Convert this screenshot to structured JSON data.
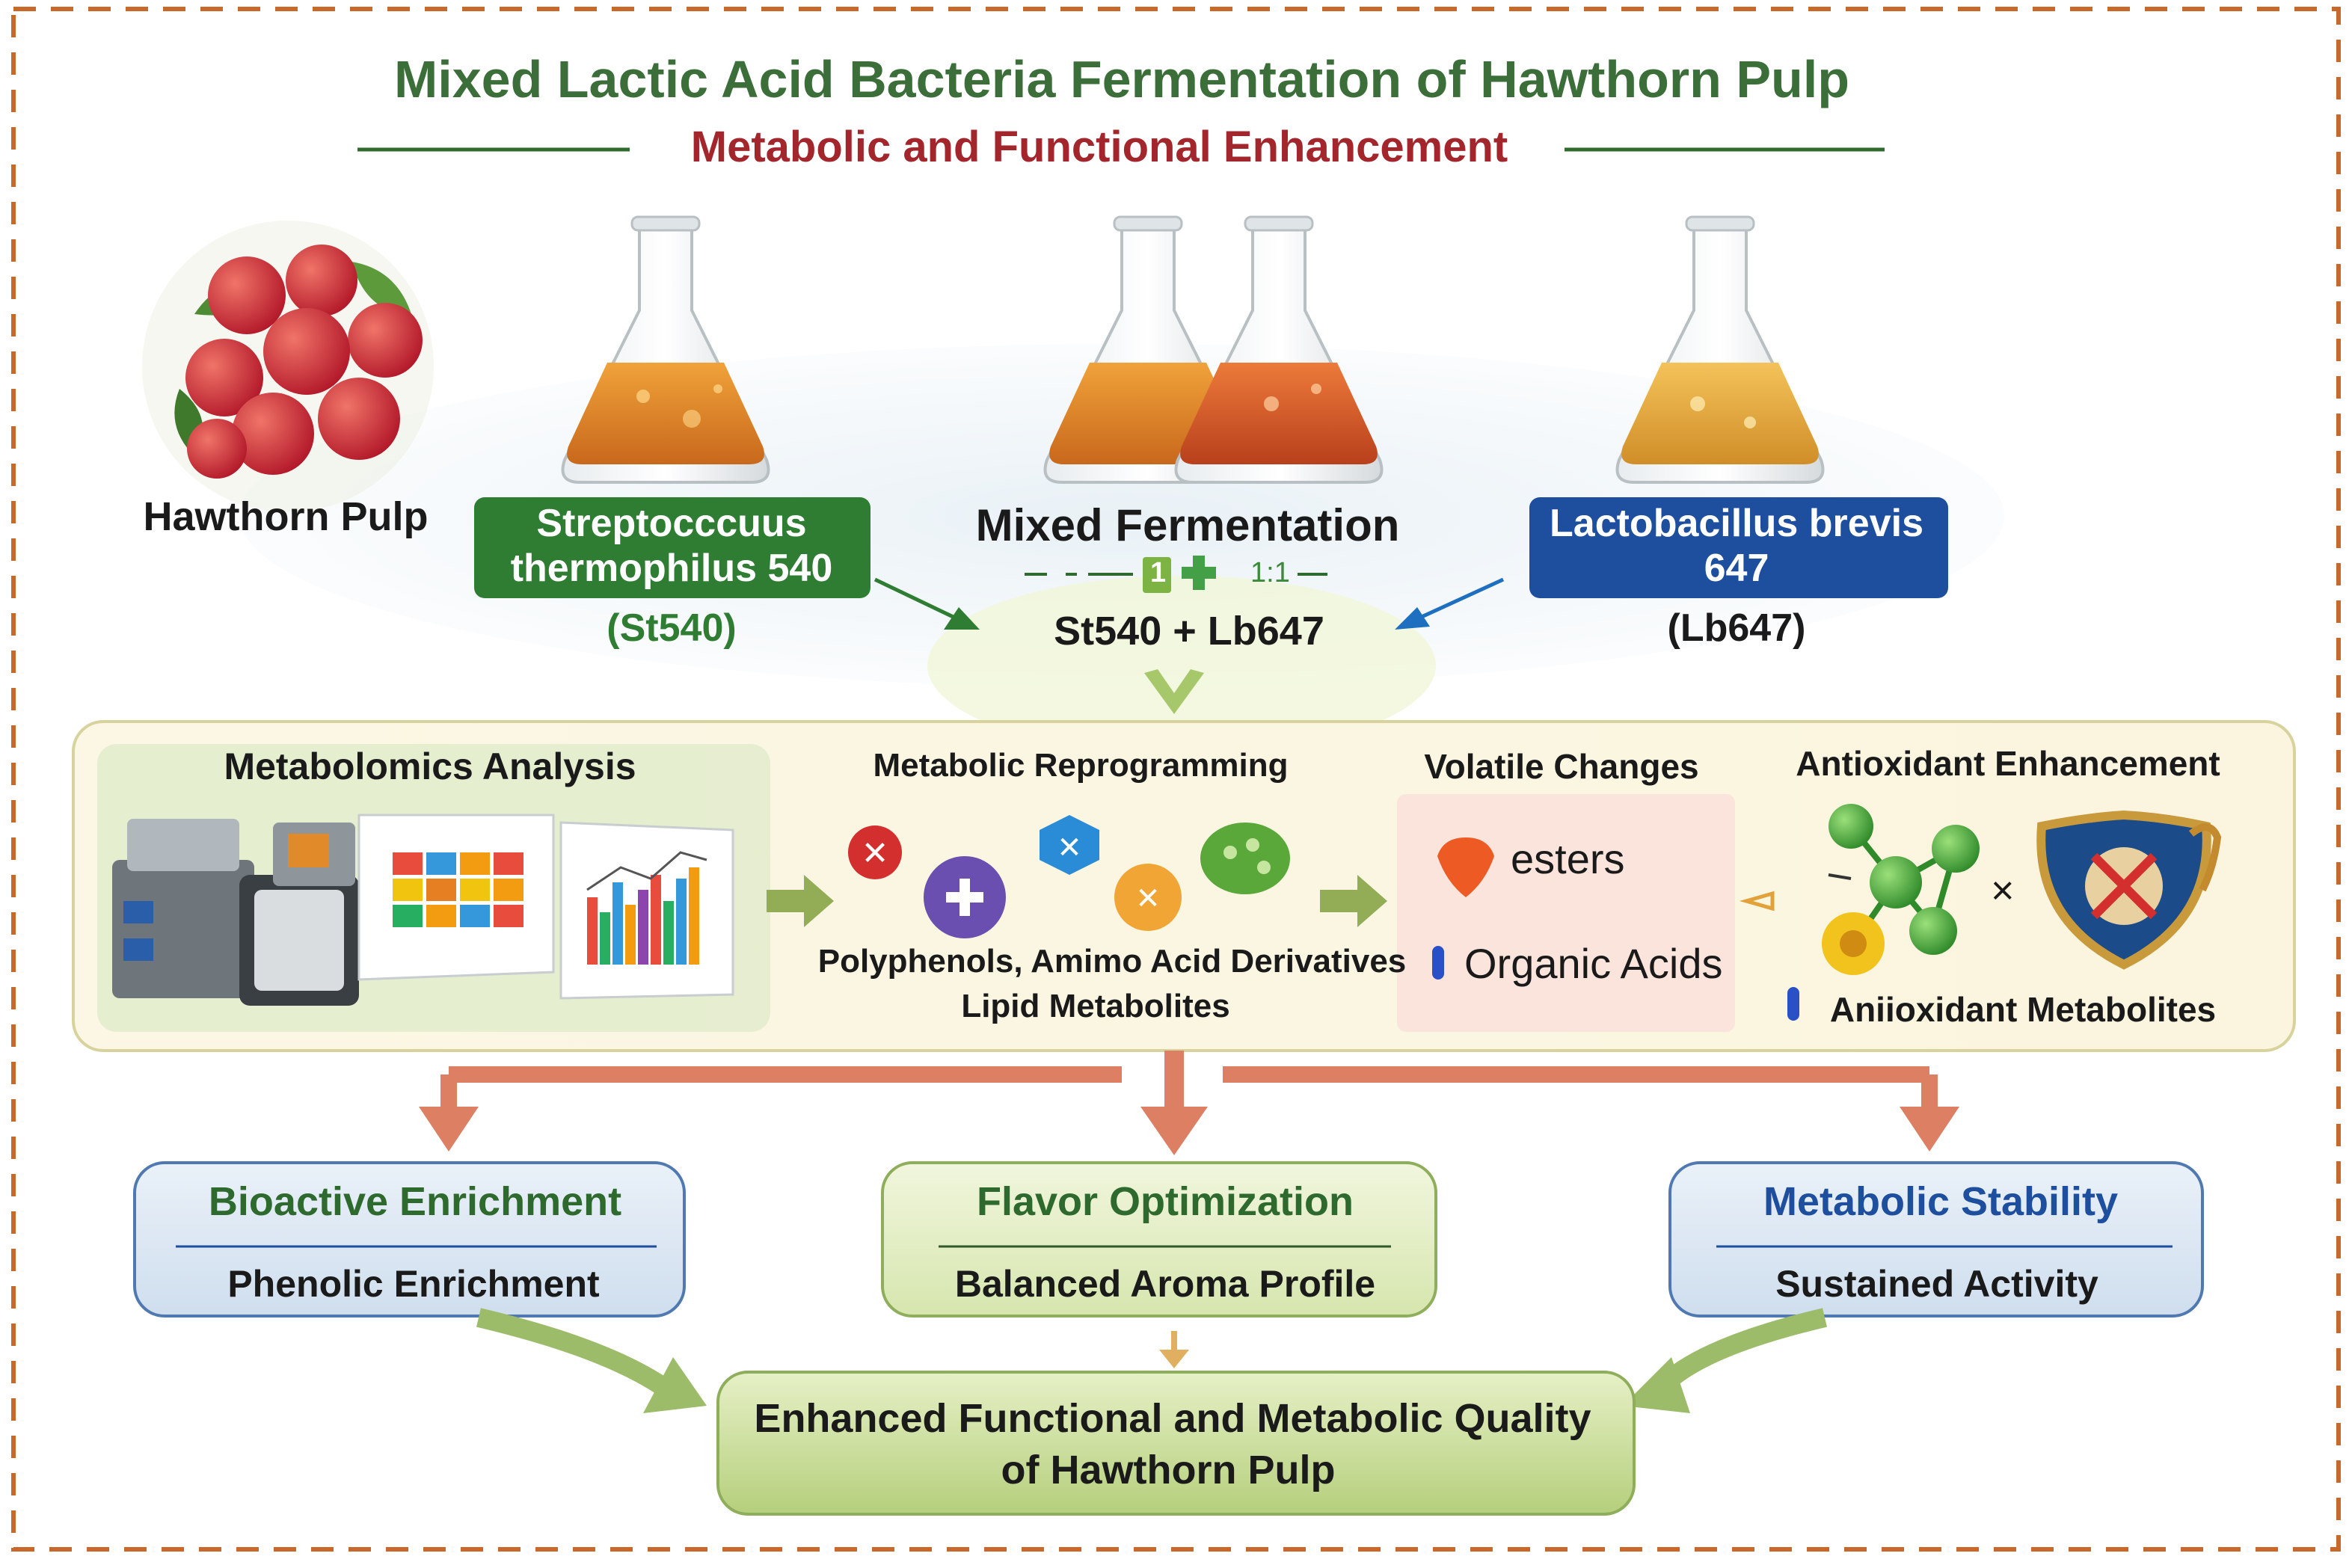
{
  "title": "Mixed Lactic Acid Bacteria Fermentation of Hawthorn Pulp",
  "subtitle": "Metabolic and Functional Enhancement",
  "colors": {
    "green_dark": "#2f6b2f",
    "red_title": "#a3262c",
    "orange_border": "#c8682a",
    "blue_dark": "#1e4f9e",
    "green_box": "#2e7d32",
    "salmon_arrow": "#dc7f63"
  },
  "inputs": {
    "hawthorn": {
      "label": "Hawthorn Pulp",
      "icon": "hawthorn-fruit-icon"
    },
    "st540": {
      "label_line1": "Streptocccuus",
      "label_line2": "thermophilus 540",
      "code": "(St540)",
      "icon": "flask-icon"
    },
    "mixed": {
      "label": "Mixed Fermentation",
      "ratio": "1:1",
      "badge": "1",
      "formula": "St540 + Lb647",
      "icon": "double-flask-icon"
    },
    "lb647": {
      "label_line1": "Lactobacillus brevis",
      "label_line2": "647",
      "code": "(Lb647)",
      "icon": "flask-icon"
    }
  },
  "analysis": {
    "metabolomics": {
      "title": "Metabolomics Analysis",
      "icon": "lab-instrument-icon"
    },
    "reprogramming": {
      "title": "Metabolic Reprogramming",
      "line1": "Polyphenols, Amimo Acid Derivatives",
      "line2": "Lipid Metabolites",
      "icon": "molecule-bubbles-icon"
    },
    "volatile": {
      "title": "Volatile Changes",
      "item1": "esters",
      "item2": "Organic Acids",
      "icon": "droplet-icon"
    },
    "antioxidant": {
      "title": "Antioxidant Enhancement",
      "item": "Aniioxidant Metabolites",
      "times": "×",
      "icon": "shield-icon"
    }
  },
  "outcomes": [
    {
      "title": "Bioactive Enrichment",
      "sub": "Phenolic Enrichment"
    },
    {
      "title": "Flavor Optimization",
      "sub": "Balanced Aroma Profile"
    },
    {
      "title": "Metabolic Stability",
      "sub": "Sustained Activity"
    }
  ],
  "final": {
    "line1": "Enhanced Functional and Metabolic Quality",
    "line2": "of Hawthorn Pulp"
  }
}
